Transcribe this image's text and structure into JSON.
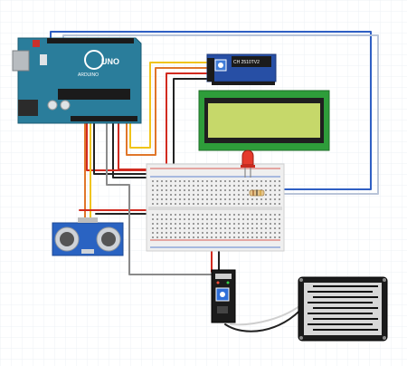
{
  "arduino": {
    "model": "UNO",
    "brand": "ARDUINO"
  },
  "i2c_module": {
    "chip": "CH 2510TV2"
  },
  "colors": {
    "canvas_bg": "#ffffff",
    "grid": "#eef1f4",
    "arduino_board": "#2a7d9b",
    "lcd_board": "#2e9d3a",
    "lcd_screen": "#c6d86a",
    "i2c_board": "#274fa5",
    "breadboard": "#efefef",
    "wire_blue": "#2f5fc4",
    "wire_red": "#d12a1f",
    "wire_black": "#222222",
    "wire_yellow": "#f0c419",
    "wire_orange": "#e0762a",
    "wire_gray": "#8a8a8a",
    "led_red": "#e53a2c"
  },
  "components": [
    "arduino-uno",
    "i2c-backpack",
    "lcd-16x2",
    "breadboard",
    "red-led",
    "ultrasonic-sensor",
    "rain-sensor-module",
    "rain-sensor-plate"
  ]
}
